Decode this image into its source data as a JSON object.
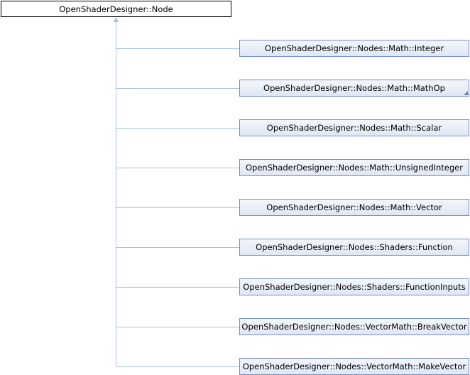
{
  "diagram": {
    "base_class": {
      "label": "OpenShaderDesigner::Node"
    },
    "derived_classes": [
      {
        "label": "OpenShaderDesigner::Nodes::Math::Integer",
        "has_more": false
      },
      {
        "label": "OpenShaderDesigner::Nodes::Math::MathOp",
        "has_more": true
      },
      {
        "label": "OpenShaderDesigner::Nodes::Math::Scalar",
        "has_more": false
      },
      {
        "label": "OpenShaderDesigner::Nodes::Math::UnsignedInteger",
        "has_more": false
      },
      {
        "label": "OpenShaderDesigner::Nodes::Math::Vector",
        "has_more": false
      },
      {
        "label": "OpenShaderDesigner::Nodes::Shaders::Function",
        "has_more": false
      },
      {
        "label": "OpenShaderDesigner::Nodes::Shaders::FunctionInputs",
        "has_more": false
      },
      {
        "label": "OpenShaderDesigner::Nodes::VectorMath::BreakVector",
        "has_more": false
      },
      {
        "label": "OpenShaderDesigner::Nodes::VectorMath::MakeVector",
        "has_more": false
      }
    ],
    "colors": {
      "edge": "#a9c0dc",
      "derived_border": "#7a8fbf",
      "corner_marker": "#6a82c0"
    }
  }
}
